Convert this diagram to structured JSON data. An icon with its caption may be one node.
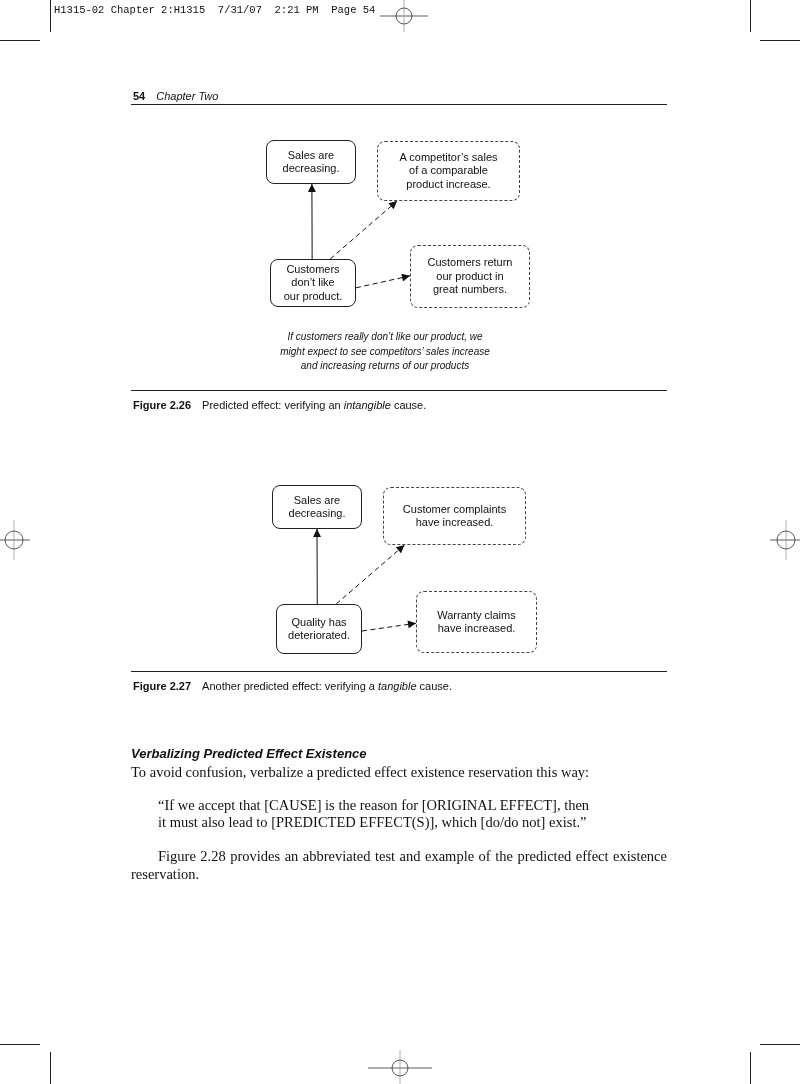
{
  "diagram": {
    "nodes": [
      {
        "text": [
          "Sales are decreasing."
        ]
      },
      {
        "text": [
          "A competitor’s sales of a comparable product increase."
        ]
      },
      {
        "text": [
          "Customers don’t like our product."
        ]
      },
      {
        "text": [
          "Customers return our product in great numbers."
        ]
      },
      {
        "text": [
          "Sales are decreasing."
        ]
      },
      {
        "text": [
          "Customer complaints have increased."
        ]
      },
      {
        "text": [
          "Quality has deteriorated."
        ]
      },
      {
        "text": [
          "Warranty claims have increased."
        ]
      }
    ],
    "edges": [
      {
        "from": 2,
        "to": 0,
        "arrow": "to"
      },
      {
        "from": 2,
        "to": 1,
        "arrow": "to",
        "style": "dashed"
      },
      {
        "from": 2,
        "to": 3,
        "arrow": "to",
        "style": "dashed"
      },
      {
        "from": 6,
        "to": 4,
        "arrow": "to"
      },
      {
        "from": 6,
        "to": 5,
        "arrow": "to",
        "style": "dashed"
      },
      {
        "from": 6,
        "to": 7,
        "arrow": "to",
        "style": "dashed"
      }
    ],
    "labels": [
      "H1315-02 Chapter 2:H1315  7/31/07  2:21 PM  Page 54",
      "**54** *Chapter Two*",
      "If customers really don’t like our product, we might expect to see competitors’ sales increase and increasing returns of our products",
      "**Figure 2.26** Predicted effect: verifying an *intangible* cause.",
      "**Figure 2.27** Another predicted effect: verifying a *tangible* cause.",
      "Verbalizing Predicted Effect Existence",
      "To avoid confusion, verbalize a predicted effect existence reservation this way:",
      "“If we accept that [CAUSE] is the reason for [ORIGINAL EFFECT], then it must also lead to [PREDICTED EFFECT(S)], which [do/do not] exist.”",
      "Figure 2.28 provides an abbreviated test and example of the predicted effect existence reservation."
    ]
  }
}
